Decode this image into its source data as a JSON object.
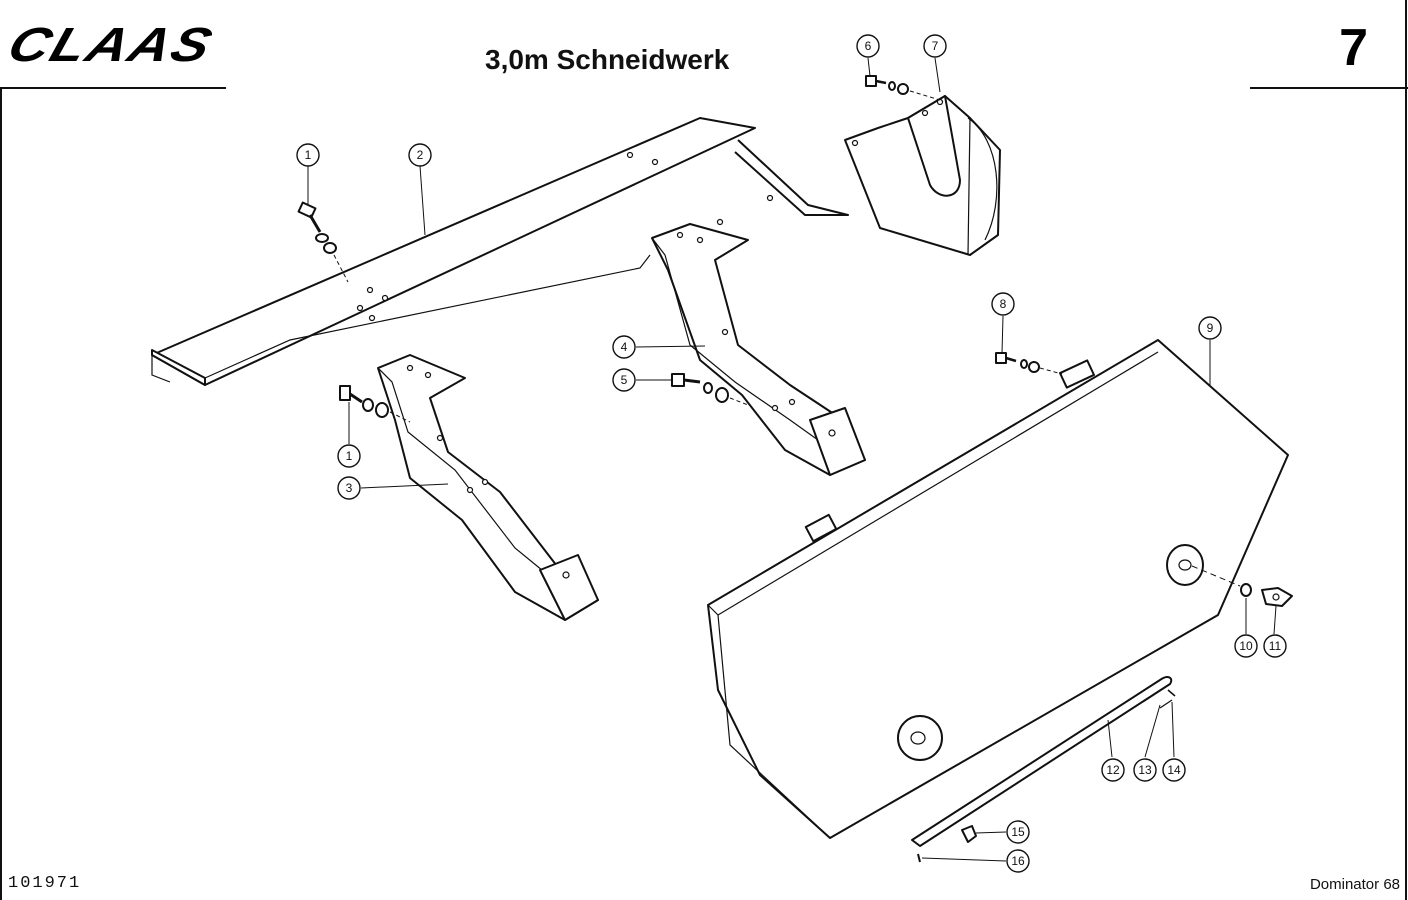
{
  "header": {
    "brand": "CLAAS",
    "title": "3,0m Schneidwerk",
    "page_number": "7"
  },
  "footer": {
    "doc_id": "101971",
    "model": "Dominator 68"
  },
  "callouts": [
    {
      "id": "c1a",
      "label": "1"
    },
    {
      "id": "c2",
      "label": "2"
    },
    {
      "id": "c1b",
      "label": "1"
    },
    {
      "id": "c3",
      "label": "3"
    },
    {
      "id": "c4",
      "label": "4"
    },
    {
      "id": "c5",
      "label": "5"
    },
    {
      "id": "c6",
      "label": "6"
    },
    {
      "id": "c7",
      "label": "7"
    },
    {
      "id": "c8",
      "label": "8"
    },
    {
      "id": "c9",
      "label": "9"
    },
    {
      "id": "c10",
      "label": "10"
    },
    {
      "id": "c11",
      "label": "11"
    },
    {
      "id": "c12",
      "label": "12"
    },
    {
      "id": "c13",
      "label": "13"
    },
    {
      "id": "c14",
      "label": "14"
    },
    {
      "id": "c15",
      "label": "15"
    },
    {
      "id": "c16",
      "label": "16"
    }
  ]
}
